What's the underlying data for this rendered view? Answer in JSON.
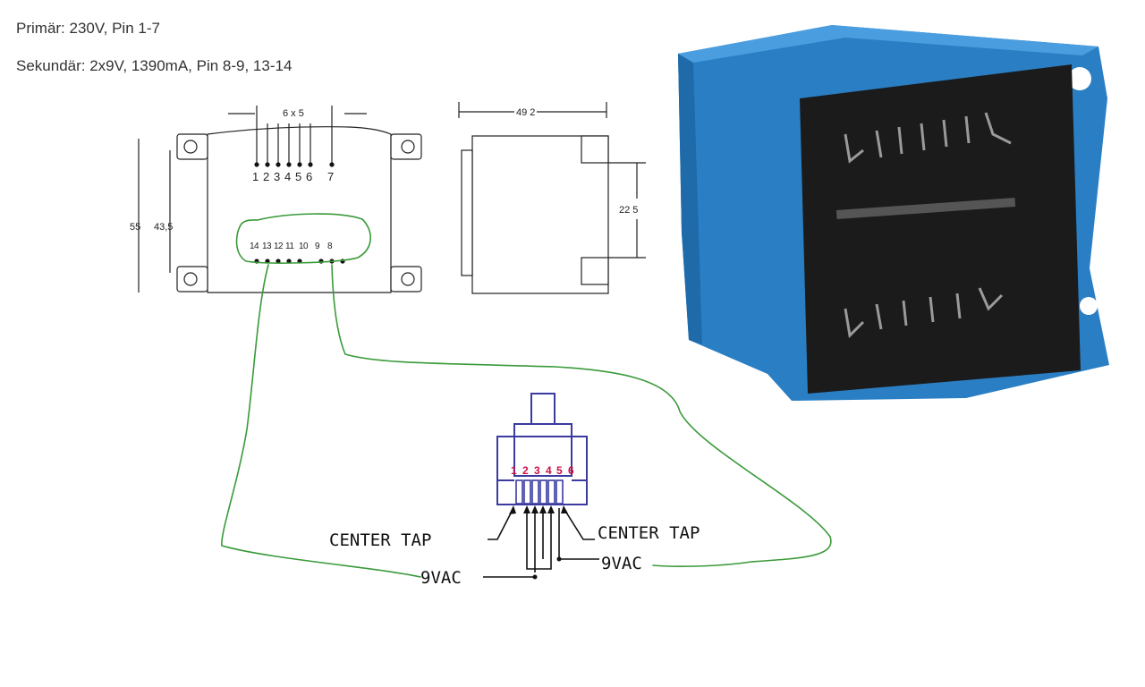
{
  "spec": {
    "primary": "Primär: 230V, Pin 1-7",
    "secondary": "Sekundär: 2x9V, 1390mA, Pin 8-9, 13-14"
  },
  "drawing": {
    "pitch_label": "6 x 5",
    "height_outer": "55",
    "height_inner": "43,5",
    "width_label": "49 2",
    "side_height": "22 5",
    "top_pins": [
      "1",
      "2",
      "3",
      "4",
      "5",
      "6",
      "7"
    ],
    "bottom_pins": [
      "14",
      "13",
      "12",
      "11",
      "10",
      "9",
      "8"
    ]
  },
  "jack": {
    "pins": [
      "1",
      "2",
      "3",
      "4",
      "5",
      "6"
    ],
    "label_center_tap_left": "CENTER TAP",
    "label_center_tap_right": "CENTER TAP",
    "label_9vac_left": "9VAC",
    "label_9vac_right": "9VAC"
  },
  "colors": {
    "wire": "#3a9a3a",
    "jack_outline": "#3a3aa0",
    "jack_pin_numbers": "#cc1144",
    "transformer_body": "#2a7fc4",
    "transformer_face": "#1b1b1b"
  }
}
